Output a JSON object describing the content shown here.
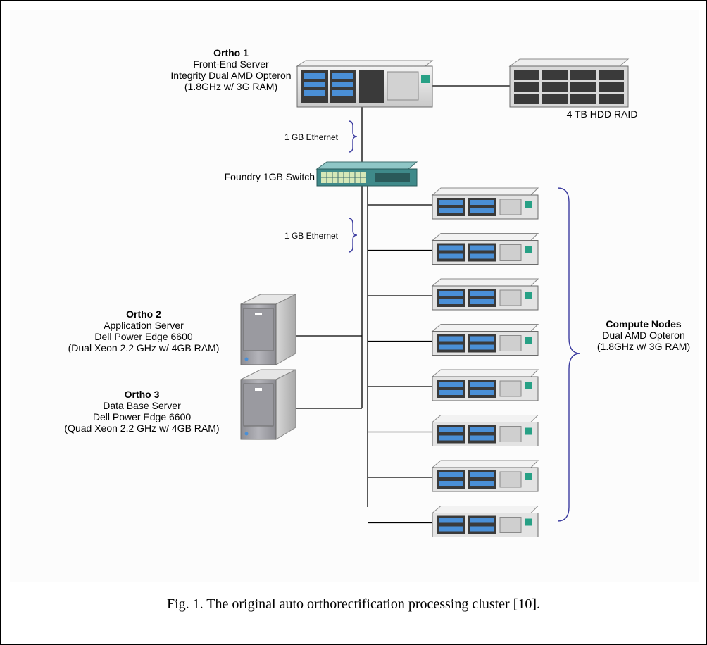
{
  "ortho1": {
    "name": "Ortho 1",
    "role": "Front-End Server",
    "model": "Integrity Dual AMD Opteron",
    "spec": "(1.8GHz w/ 3G RAM)"
  },
  "raid": {
    "label": "4 TB HDD RAID"
  },
  "links": {
    "ethernet_top": "1 GB Ethernet",
    "ethernet_mid": "1 GB Ethernet"
  },
  "switch": {
    "label": "Foundry 1GB Switch"
  },
  "ortho2": {
    "name": "Ortho 2",
    "role": "Application Server",
    "model": "Dell Power Edge 6600",
    "spec": "(Dual Xeon 2.2 GHz w/ 4GB RAM)"
  },
  "ortho3": {
    "name": "Ortho 3",
    "role": "Data Base  Server",
    "model": "Dell Power Edge 6600",
    "spec": "(Quad Xeon 2.2 GHz w/ 4GB RAM)"
  },
  "compute": {
    "name": "Compute Nodes",
    "model": "Dual AMD Opteron",
    "spec": "(1.8GHz w/ 3G RAM)",
    "node_count": 8
  },
  "caption": "Fig. 1.  The original auto orthorectification processing cluster [10].",
  "colors": {
    "line": "#000000",
    "brace": "#3c3ca0",
    "server_body": "#e3e3e3",
    "server_dark": "#3a3a3a",
    "led": "#4a8fd6",
    "switch_body": "#3f8a8a"
  }
}
